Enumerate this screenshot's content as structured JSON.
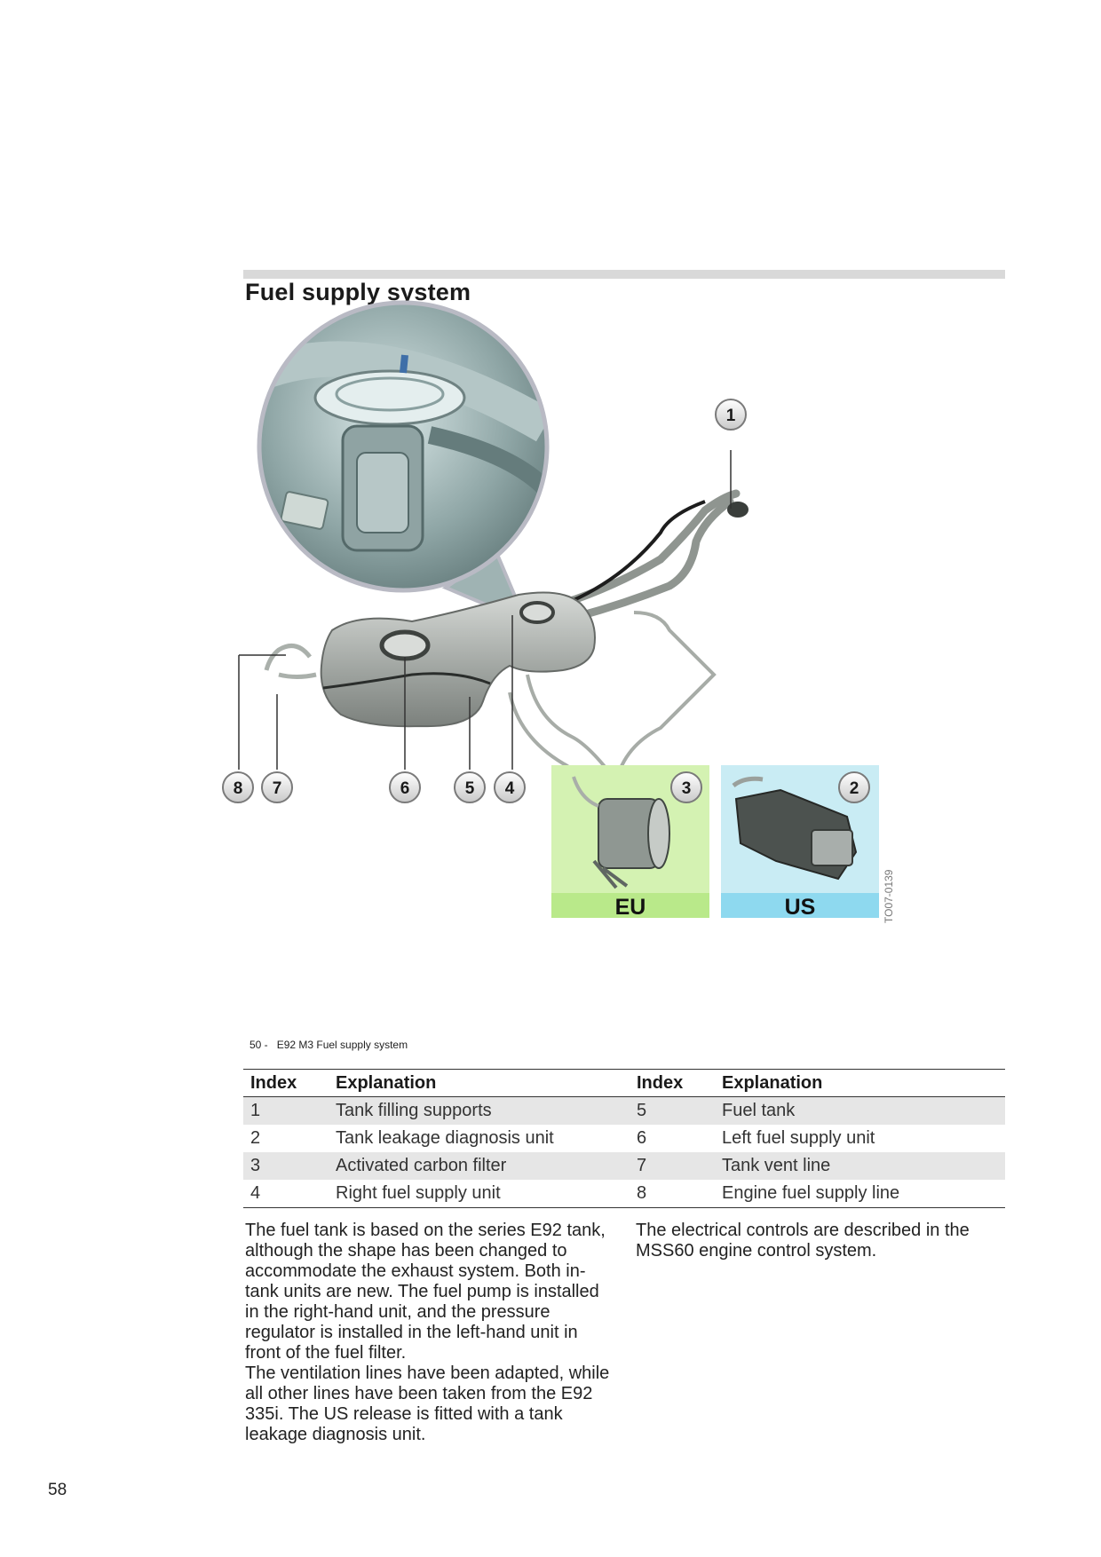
{
  "title": "Fuel supply system",
  "figure": {
    "callouts": [
      "1",
      "2",
      "3",
      "4",
      "5",
      "6",
      "7",
      "8"
    ],
    "variant_labels": {
      "eu": "EU",
      "us": "US"
    },
    "ref_code": "TO07-0139",
    "colors": {
      "eu_panel": "#d4f2b2",
      "eu_label": "#b9e98a",
      "us_panel": "#c9ecf4",
      "us_label": "#8ed9ef"
    }
  },
  "caption": {
    "number": "50 -",
    "text": "E92 M3 Fuel supply system"
  },
  "table": {
    "headers": [
      "Index",
      "Explanation",
      "Index",
      "Explanation"
    ],
    "rows": [
      [
        "1",
        "Tank filling supports",
        "5",
        "Fuel tank"
      ],
      [
        "2",
        "Tank leakage diagnosis unit",
        "6",
        "Left fuel supply unit"
      ],
      [
        "3",
        "Activated carbon filter",
        "7",
        "Tank vent line"
      ],
      [
        "4",
        "Right fuel supply unit",
        "8",
        "Engine fuel supply line"
      ]
    ]
  },
  "body": {
    "left": "The fuel tank is based on the series E92 tank,\nalthough the shape has been changed to\naccommodate the exhaust system. Both in-\ntank units are new. The fuel pump is installed\nin the right-hand unit, and the pressure\nregulator is installed in the left-hand unit in\nfront of the fuel filter.\nThe ventilation lines have been adapted, while\nall other lines have been taken from the E92\n335i. The US release is fitted with a tank\nleakage diagnosis unit.",
    "right": "The electrical controls are described in the\nMSS60 engine control system."
  },
  "page_number": "58"
}
